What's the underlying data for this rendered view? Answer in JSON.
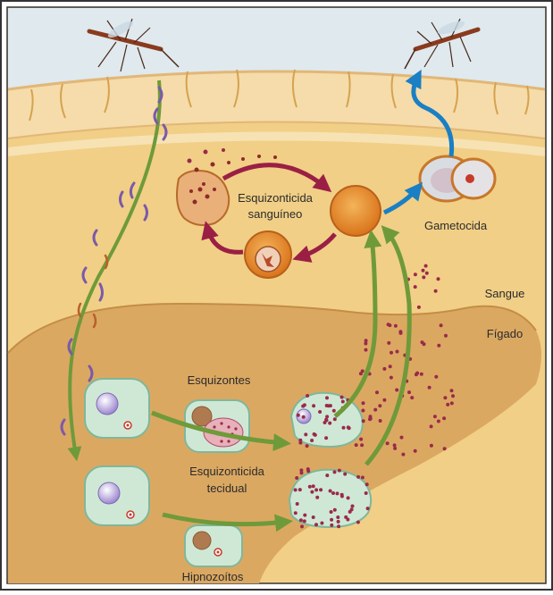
{
  "labels": {
    "blood_schizonticide_line1": "Esquizonticida",
    "blood_schizonticide_line2": "sanguíneo",
    "gametocide": "Gametocida",
    "blood": "Sangue",
    "liver": "Fígado",
    "schizonts": "Esquizontes",
    "tissue_schizonticide_line1": "Esquizonticida",
    "tissue_schizonticide_line2": "tecidual",
    "hypnozoites": "Hipnozoítos"
  },
  "colors": {
    "sky": "#dfe9ee",
    "skin": "#f5dcaa",
    "tissue": "#f1cf86",
    "liver": "#dba862",
    "hepatocyte": "#cfe8d6",
    "hepatocyte_border": "#7fb79a",
    "nucleus": "#b8a6dc",
    "merozoite": "#9a2a4a",
    "sporozoite": "#7a5aa8",
    "blood_cycle_arrow": "#9b1f45",
    "tissue_arrow": "#6f9a3a",
    "gametocyte_arrow": "#1a7fc4",
    "rbc": "#e08a2a",
    "border": "#333333"
  },
  "icons": [
    "mosquito-icon",
    "mosquito-icon"
  ]
}
